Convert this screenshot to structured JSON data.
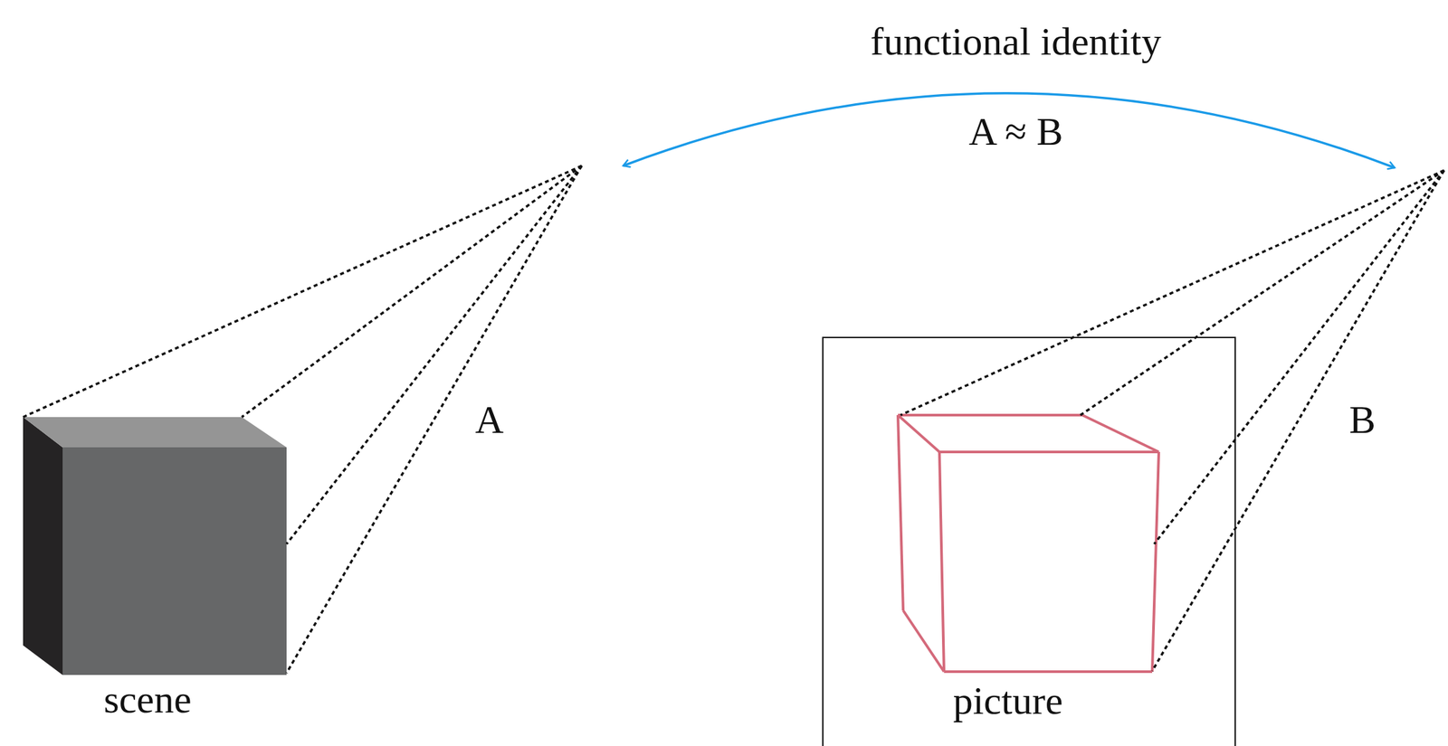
{
  "diagram": {
    "nodes": [
      {
        "text": [
          "scene"
        ]
      },
      {
        "text": [
          "picture"
        ]
      }
    ],
    "labels": [
      "functional identity",
      "A ≈ B",
      "A",
      "B"
    ]
  }
}
